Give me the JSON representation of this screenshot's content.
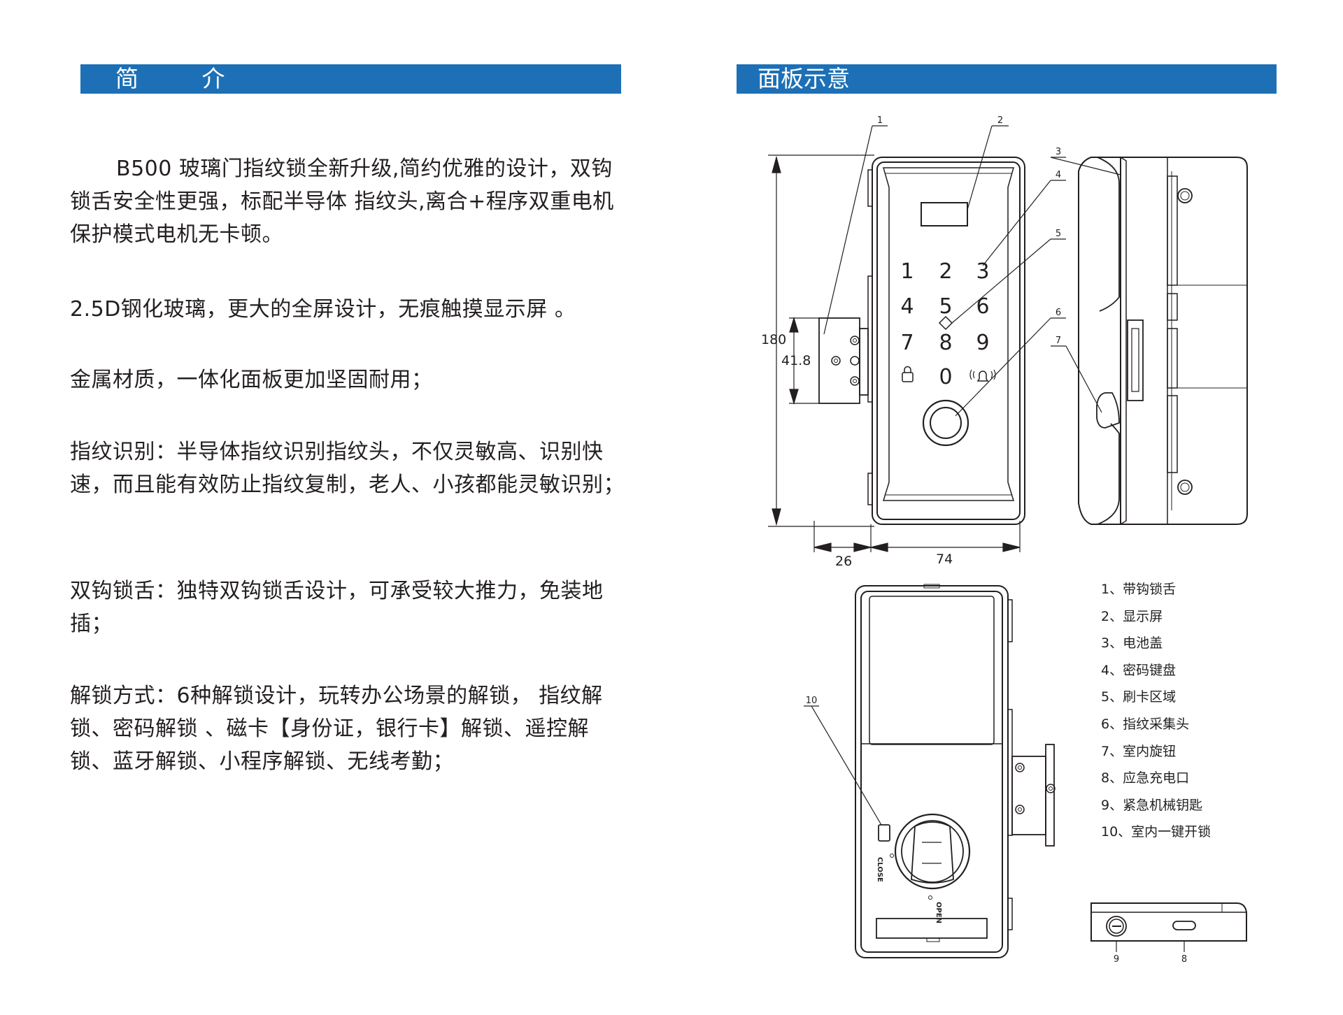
{
  "left": {
    "title": "简 介",
    "paragraphs": [
      "B500 玻璃门指纹锁全新升级,简约优雅的设计，双钩锁舌安全性更强，标配半导体 指纹头,离合+程序双重电机保护模式电机无卡顿。",
      "2.5D钢化玻璃，更大的全屏设计，无痕触摸显示屏 。",
      "金属材质，一体化面板更加坚固耐用；",
      "指纹识别：半导体指纹识别指纹头，不仅灵敏高、识别快速，而且能有效防止指纹复制，老人、小孩都能灵敏识别；",
      "双钩锁舌：独特双钩锁舌设计，可承受较大推力，免装地插；",
      "解锁方式：6种解锁设计，玩转办公场景的解锁， 指纹解锁、密码解锁 、磁卡【身份证，银行卡】解锁、遥控解锁、蓝牙解锁、小程序解锁、无线考勤；"
    ]
  },
  "right": {
    "title": "面板示意",
    "dimensions": {
      "height": "180",
      "tongue": "41.8",
      "depth": "26",
      "width": "74"
    },
    "callout_numbers": [
      "1",
      "2",
      "3",
      "4",
      "5",
      "6",
      "7",
      "8",
      "9",
      "10"
    ],
    "keypad_keys": [
      "1",
      "2",
      "3",
      "4",
      "5",
      "6",
      "7",
      "8",
      "9",
      "0"
    ],
    "knob_labels": {
      "close": "CLOSE",
      "open": "OPEN"
    },
    "legend": [
      "1、带钩锁舌",
      "2、显示屏",
      "3、电池盖",
      "4、密码键盘",
      "5、刷卡区域",
      "6、指纹采集头",
      "7、室内旋钮",
      "8、应急充电口",
      "9、紧急机械钥匙",
      "10、室内一键开锁"
    ]
  },
  "colors": {
    "header_bar": "#1d70b5",
    "text": "#231f20",
    "line": "#231f20"
  }
}
